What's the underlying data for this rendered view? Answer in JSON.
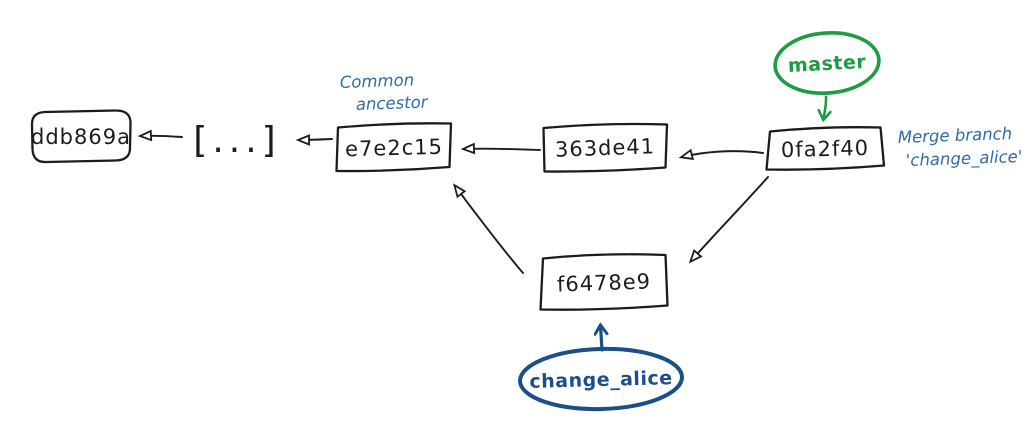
{
  "diagram": {
    "type": "git-commit-graph",
    "commits": {
      "oldest": {
        "hash": "ddb869a"
      },
      "ellipsis": {
        "label": "[...]"
      },
      "common_ancestor": {
        "hash": "e7e2c15"
      },
      "mainline": {
        "hash": "363de41"
      },
      "merge": {
        "hash": "0fa2f40"
      },
      "branch": {
        "hash": "f6478e9"
      }
    },
    "branches": {
      "master": {
        "label": "master"
      },
      "change_alice": {
        "label": "change_alice"
      }
    },
    "annotations": {
      "common_ancestor": {
        "line1": "Common",
        "line2": "ancestor"
      },
      "merge_note": {
        "line1": "Merge branch",
        "line2": "'change_alice'"
      }
    },
    "edges": [
      {
        "from": "[...]",
        "to": "ddb869a"
      },
      {
        "from": "e7e2c15",
        "to": "[...]"
      },
      {
        "from": "363de41",
        "to": "e7e2c15"
      },
      {
        "from": "0fa2f40",
        "to": "363de41"
      },
      {
        "from": "f6478e9",
        "to": "e7e2c15"
      },
      {
        "from": "0fa2f40",
        "to": "f6478e9"
      },
      {
        "from": "master",
        "to": "0fa2f40"
      },
      {
        "from": "change_alice",
        "to": "f6478e9"
      }
    ],
    "colors": {
      "ink": "#1c1c1c",
      "paper": "#ffffff",
      "branch_green": "#1e9c44",
      "branch_blue": "#1b4f8a",
      "note_blue": "#2e6da6"
    }
  }
}
